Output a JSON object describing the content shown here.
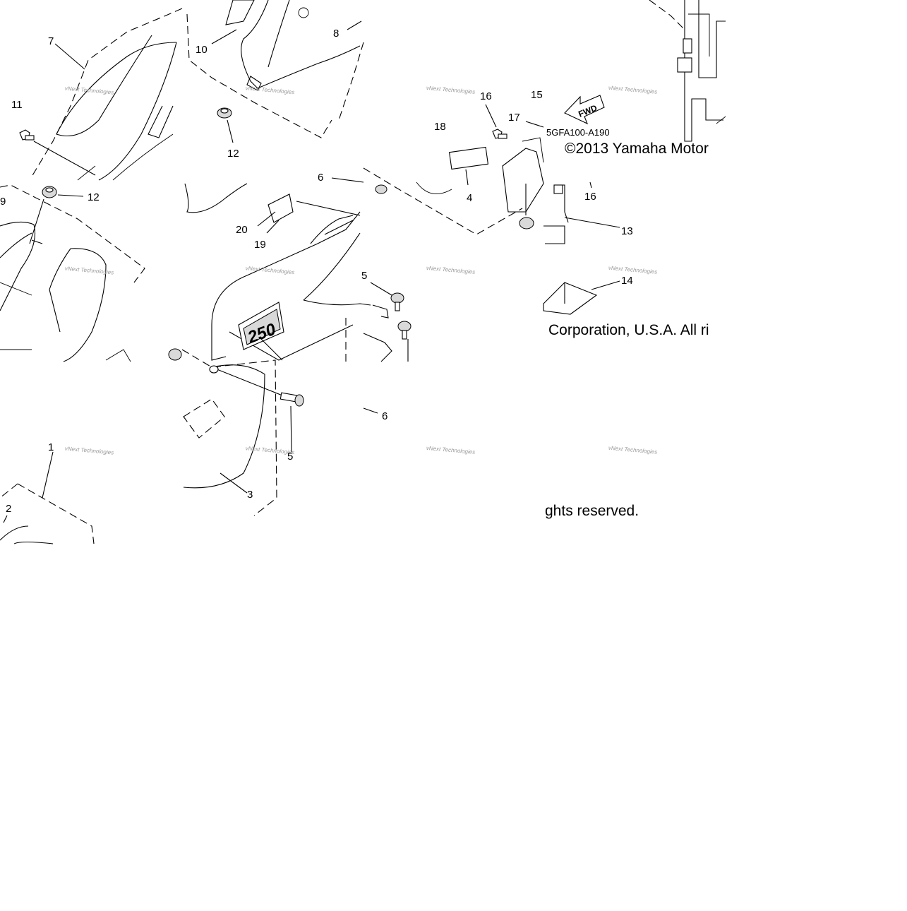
{
  "diagram": {
    "part_code": "5GFA100-A190",
    "copyright_line1": "©2013 Yamaha Motor",
    "copyright_line2": "Corporation, U.S.A. All ri",
    "copyright_line3": "ghts reserved.",
    "fwd_arrow_label": "FWD",
    "emblem_text": "250",
    "watermark_text": "vNext Technologies",
    "callouts": [
      "7",
      "10",
      "8",
      "11",
      "12",
      "16",
      "15",
      "17",
      "18",
      "4",
      "6",
      "9",
      "12",
      "20",
      "19",
      "16",
      "13",
      "14",
      "5",
      "1",
      "2",
      "5",
      "3",
      "6"
    ]
  }
}
